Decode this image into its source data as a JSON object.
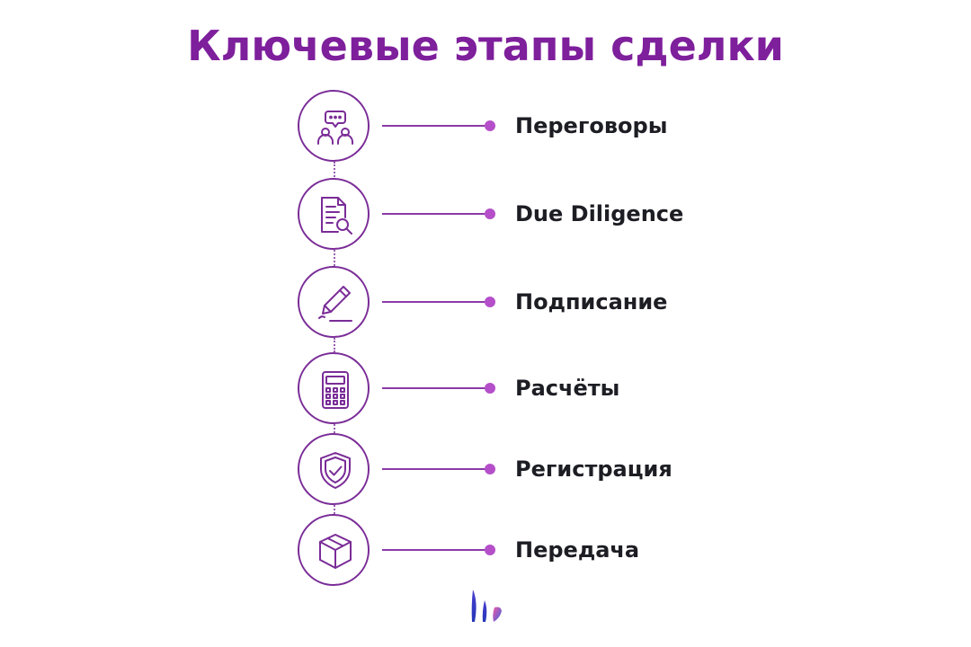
{
  "title": "Ключевые этапы сделки",
  "colors": {
    "title": "#7e1f9c",
    "icon_stroke": "#7a2c97",
    "line": "#8b3aa6",
    "dot": "#b44fc9",
    "label": "#1d1d24"
  },
  "steps": [
    {
      "label": "Переговоры",
      "icon": "negotiation-icon"
    },
    {
      "label": "Due Diligence",
      "icon": "document-search-icon"
    },
    {
      "label": "Подписание",
      "icon": "pen-signature-icon"
    },
    {
      "label": "Расчёты",
      "icon": "calculator-icon"
    },
    {
      "label": "Регистрация",
      "icon": "shield-check-icon"
    },
    {
      "label": "Передача",
      "icon": "package-box-icon"
    }
  ],
  "logo": {
    "icon": "brand-logo-icon"
  }
}
